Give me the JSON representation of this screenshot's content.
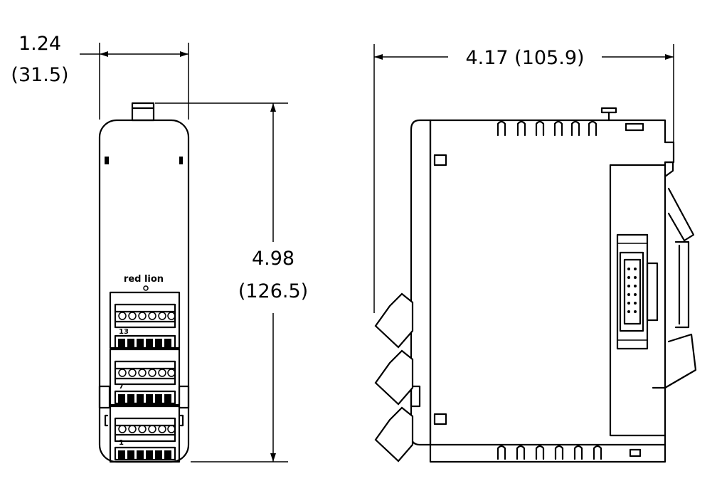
{
  "dimensions": {
    "width": {
      "inches": "1.24",
      "mm": "(31.5)"
    },
    "height": {
      "inches": "4.98",
      "mm": "(126.5)"
    },
    "depth": {
      "inches_mm": "4.17  (105.9)"
    }
  },
  "front_view": {
    "logo": "red lion",
    "terminal_labels": [
      "13",
      "7",
      "1"
    ]
  },
  "colors": {
    "line": "#000000",
    "background": "#ffffff"
  }
}
